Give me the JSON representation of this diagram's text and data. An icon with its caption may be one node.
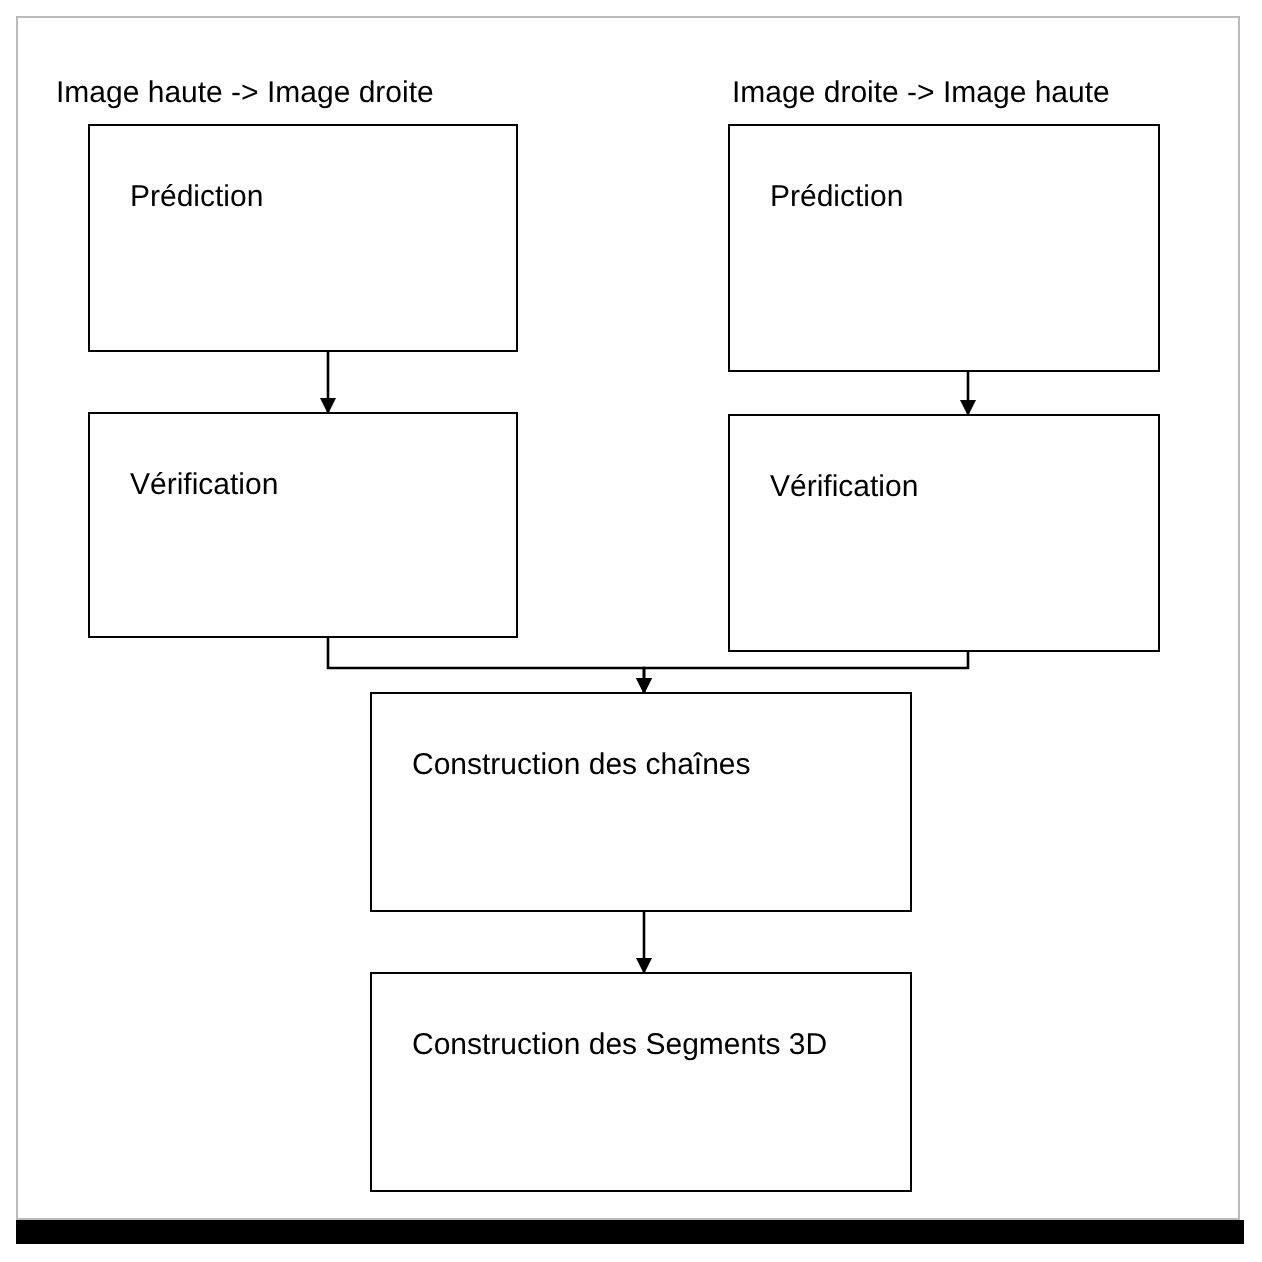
{
  "diagram": {
    "nodes": [
      {
        "text": [
          "Prédiction"
        ]
      },
      {
        "text": [
          "Vérification"
        ]
      },
      {
        "text": [
          "Prédiction"
        ]
      },
      {
        "text": [
          "Vérification"
        ]
      },
      {
        "text": [
          "Construction des chaînes"
        ]
      },
      {
        "text": [
          "Construction des Segments 3D"
        ]
      }
    ],
    "edges": [
      {
        "from": 0,
        "to": 1,
        "arrow": "to"
      },
      {
        "from": 2,
        "to": 3,
        "arrow": "to"
      },
      {
        "from": 1,
        "to": 4,
        "arrow": "to"
      },
      {
        "from": 3,
        "to": 4,
        "arrow": "to"
      },
      {
        "from": 4,
        "to": 5,
        "arrow": "to"
      }
    ],
    "labels": [
      "Image haute -> Image droite",
      "Image droite -> Image haute"
    ]
  }
}
